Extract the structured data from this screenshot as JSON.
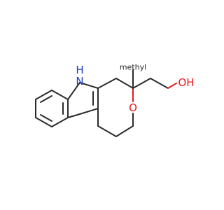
{
  "molecule": {
    "labels": {
      "nh_h": "H",
      "nh_n": "N",
      "methyl": "methyl",
      "oh": "OH",
      "ring_o": "O"
    },
    "colors": {
      "bond": "#2b2b2b",
      "oxygen": "#e31a1c",
      "nitrogen": "#1f3fbf"
    }
  }
}
